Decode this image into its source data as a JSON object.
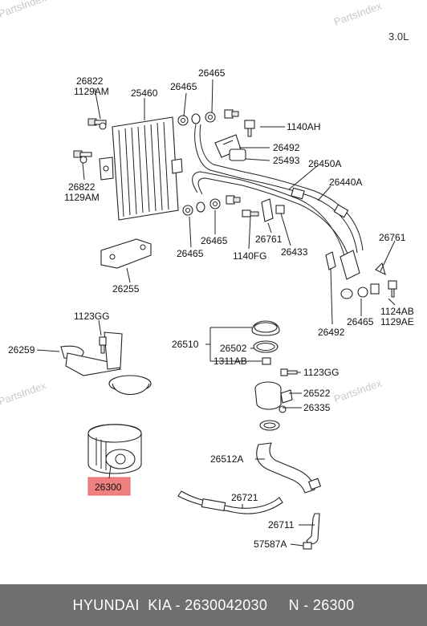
{
  "watermark": "PartsIndex",
  "engine_label": "3.0L",
  "labels": {
    "p26822_a": "26822",
    "p1129AM_a": "1129AM",
    "p25460": "25460",
    "p26465_a": "26465",
    "p26465_b": "26465",
    "p1140AH": "1140AH",
    "p26492_a": "26492",
    "p25493": "25493",
    "p26450A": "26450A",
    "p26440A": "26440A",
    "p26822_b": "26822",
    "p1129AM_b": "1129AM",
    "p26465_c": "26465",
    "p26465_d": "26465",
    "p26761_a": "26761",
    "p1140FG": "1140FG",
    "p26433": "26433",
    "p26761_b": "26761",
    "p26255": "26255",
    "p1124AB": "1124AB",
    "p1129AE": "1129AE",
    "p26465_e": "26465",
    "p26492_b": "26492",
    "p1123GG_a": "1123GG",
    "p26259": "26259",
    "p26510": "26510",
    "p26502": "26502",
    "p1311AB": "1311AB",
    "p1123GG_b": "1123GG",
    "p26522": "26522",
    "p26335": "26335",
    "p26512A": "26512A",
    "p26300": "26300",
    "p26721": "26721",
    "p26711": "26711",
    "p57587A": "57587A"
  },
  "highlight_color": "#f08080",
  "footer": "HYUNDAI  KIA - 2630042030     N - 26300"
}
